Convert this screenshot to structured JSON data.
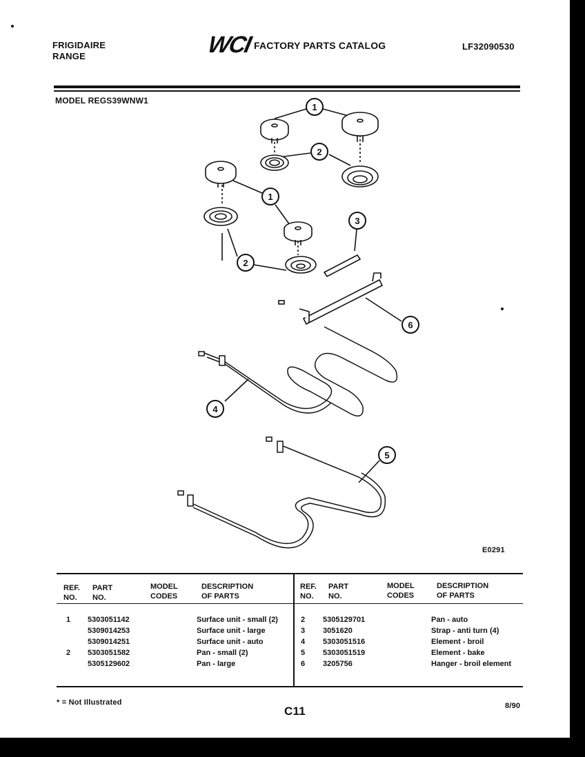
{
  "header": {
    "brand_line1": "FRIGIDAIRE",
    "brand_line2": "RANGE",
    "logo": "WCI",
    "catalog_title": "FACTORY PARTS CATALOG",
    "catalog_number": "LF32090530",
    "model": "MODEL REGS39WNW1"
  },
  "diagram": {
    "callouts": [
      "1",
      "2",
      "1",
      "2",
      "3",
      "6",
      "4",
      "5"
    ],
    "figure_code": "E0291"
  },
  "table": {
    "headers": {
      "ref_no": [
        "REF.",
        "NO."
      ],
      "part_no": [
        "PART",
        "NO."
      ],
      "model_codes": [
        "MODEL",
        "CODES"
      ],
      "description": [
        "DESCRIPTION",
        "OF PARTS"
      ]
    },
    "left_rows": [
      {
        "ref": "1",
        "part": "5303051142",
        "desc": "Surface unit - small (2)"
      },
      {
        "ref": "",
        "part": "5309014253",
        "desc": "Surface unit - large"
      },
      {
        "ref": "",
        "part": "5309014251",
        "desc": "Surface unit - auto"
      },
      {
        "ref": "2",
        "part": "5303051582",
        "desc": "Pan - small (2)"
      },
      {
        "ref": "",
        "part": "5305129602",
        "desc": "Pan - large"
      }
    ],
    "right_rows": [
      {
        "ref": "2",
        "part": "5305129701",
        "desc": "Pan - auto"
      },
      {
        "ref": "3",
        "part": "3051620",
        "desc": "Strap - anti turn (4)"
      },
      {
        "ref": "4",
        "part": "5303051516",
        "desc": "Element - broil"
      },
      {
        "ref": "5",
        "part": "5303051519",
        "desc": "Element - bake"
      },
      {
        "ref": "6",
        "part": "3205756",
        "desc": "Hanger - broil element"
      }
    ]
  },
  "footer": {
    "footnote": "* = Not Illustrated",
    "page_number": "C11",
    "date": "8/90"
  }
}
